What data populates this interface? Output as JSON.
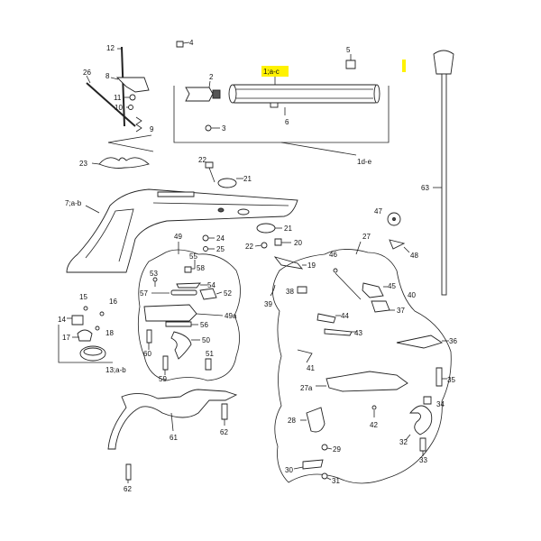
{
  "labels": {
    "p1": "1;a-c",
    "p2": "2",
    "p3": "3",
    "p4": "4",
    "p5": "5",
    "p6": "6",
    "p7": "7;a-b",
    "p8": "8",
    "p9": "9",
    "p10": "10",
    "p11": "11",
    "p12": "12",
    "p13": "13;a-b",
    "p14": "14",
    "p15": "15",
    "p16": "16",
    "p17": "17",
    "p18": "18",
    "p19": "19",
    "p20": "20",
    "p21a": "21",
    "p21b": "21",
    "p22a": "22",
    "p22b": "22",
    "p23": "23",
    "p24": "24",
    "p25": "25",
    "p26": "26",
    "p27": "27",
    "p27a": "27a",
    "p28": "28",
    "p29": "29",
    "p30": "30",
    "p31": "31",
    "p32": "32",
    "p33": "33",
    "p34": "34",
    "p35": "35",
    "p36": "36",
    "p37": "37",
    "p38": "38",
    "p39": "39",
    "p40": "40",
    "p41": "41",
    "p42": "42",
    "p43": "43",
    "p44": "44",
    "p45": "45",
    "p46": "46",
    "p47": "47",
    "p48": "48",
    "p49": "49",
    "p49a": "49a",
    "p50": "50",
    "p51": "51",
    "p52": "52",
    "p53": "53",
    "p54": "54",
    "p55": "55",
    "p56": "56",
    "p57": "57",
    "p58": "58",
    "p59": "59",
    "p60": "60",
    "p61": "61",
    "p62a": "62",
    "p62b": "62",
    "p63": "63",
    "group_de": "1d-e"
  },
  "highlight_color": "#fff200"
}
